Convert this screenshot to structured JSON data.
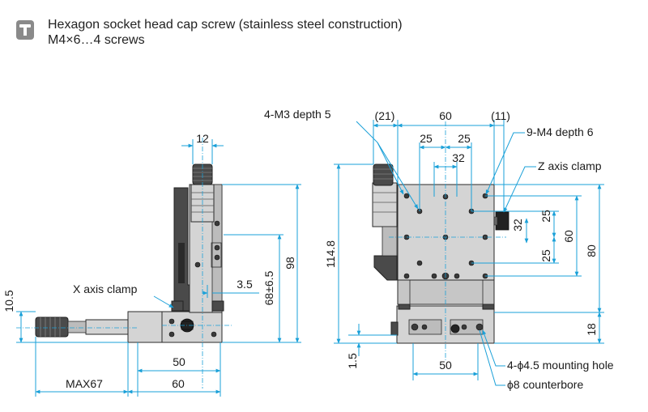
{
  "header": {
    "icon": "screw-icon",
    "line1": "Hexagon socket head cap screw (stainless steel construction)",
    "line2": "M4×6…4 screws"
  },
  "side_view": {
    "dim_top": "12",
    "dim_right_outer": "98",
    "dim_right_inner": "68±6.5",
    "dim_offset": "3.5",
    "dim_left_height": "10.5",
    "dim_bottom_inner": "50",
    "dim_bottom_outer": "60",
    "dim_max": "MAX67",
    "label_clamp": "X axis clamp"
  },
  "front_view": {
    "label_m3": "4-M3 depth 5",
    "label_m4": "9-M4 depth 6",
    "label_clamp": "Z axis clamp",
    "dim_21": "(21)",
    "dim_60_top": "60",
    "dim_11": "(11)",
    "dim_25_a": "25",
    "dim_25_b": "25",
    "dim_32_top": "32",
    "dim_32_side": "32",
    "dim_25_c": "25",
    "dim_25_d": "25",
    "dim_60_side": "60",
    "dim_80": "80",
    "dim_114": "114.8",
    "dim_18": "18",
    "dim_15": "1.5",
    "dim_50_bottom": "50",
    "label_mount1": "4-ϕ4.5 mounting hole",
    "label_mount2": "ϕ8 counterbore"
  }
}
